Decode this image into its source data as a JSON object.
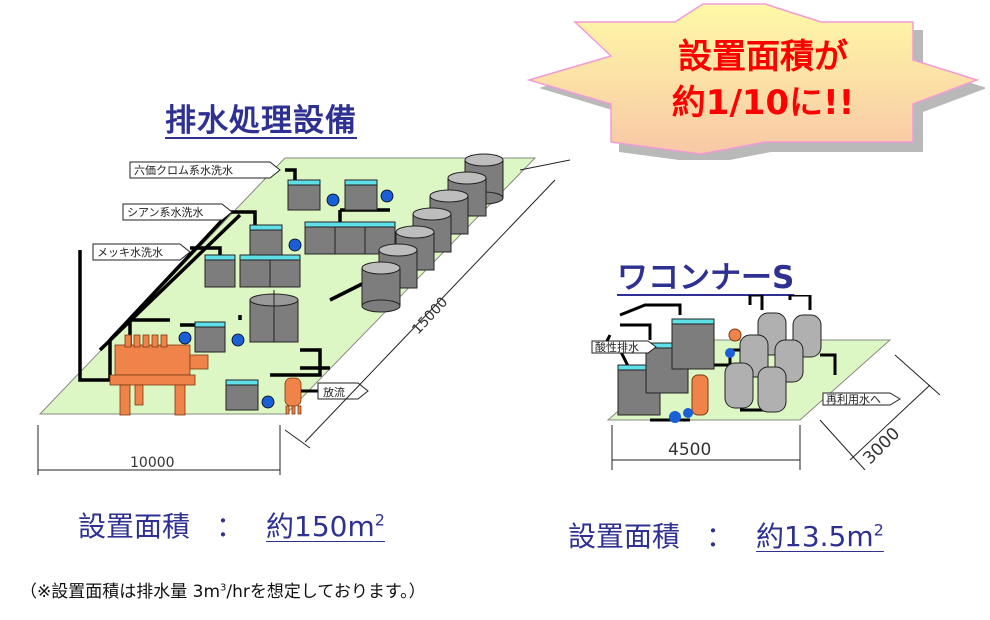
{
  "callout": {
    "line1": "設置面積が",
    "line2": "約1/10に!!",
    "text_color": "#ff0000",
    "fill_top": "#fff9a6",
    "fill_bottom": "#f9cfa8",
    "border_color": "#f29ad8"
  },
  "left": {
    "title": "排水処理設備",
    "inlet_labels": [
      "六価クロム系水洗水",
      "シアン系水洗水",
      "メッキ水洗水"
    ],
    "outlet_label": "放流",
    "dim_width": "10000",
    "dim_depth": "15000",
    "area_label": "設置面積",
    "colon": "：",
    "area_value": "約150m",
    "area_exp": "2"
  },
  "right": {
    "title": "ワコンナーS",
    "inlet_label": "酸性排水",
    "outlet_label": "再利用水へ",
    "dim_width": "4500",
    "dim_depth": "3000",
    "area_label": "設置面積",
    "colon": "：",
    "area_value": "約13.5m",
    "area_exp": "2"
  },
  "note": {
    "prefix": "（※設置面積は排水量 3m",
    "exp": "3",
    "suffix": "/hrを想定しております。）"
  },
  "colors": {
    "title_blue": "#2e3192",
    "floor_green": "#ddf7c4",
    "tank_gray": "#7d7d7d",
    "pump_blue": "#1a5fd6",
    "equipment_orange": "#f0834a",
    "water_cyan": "#5fe0e8"
  }
}
